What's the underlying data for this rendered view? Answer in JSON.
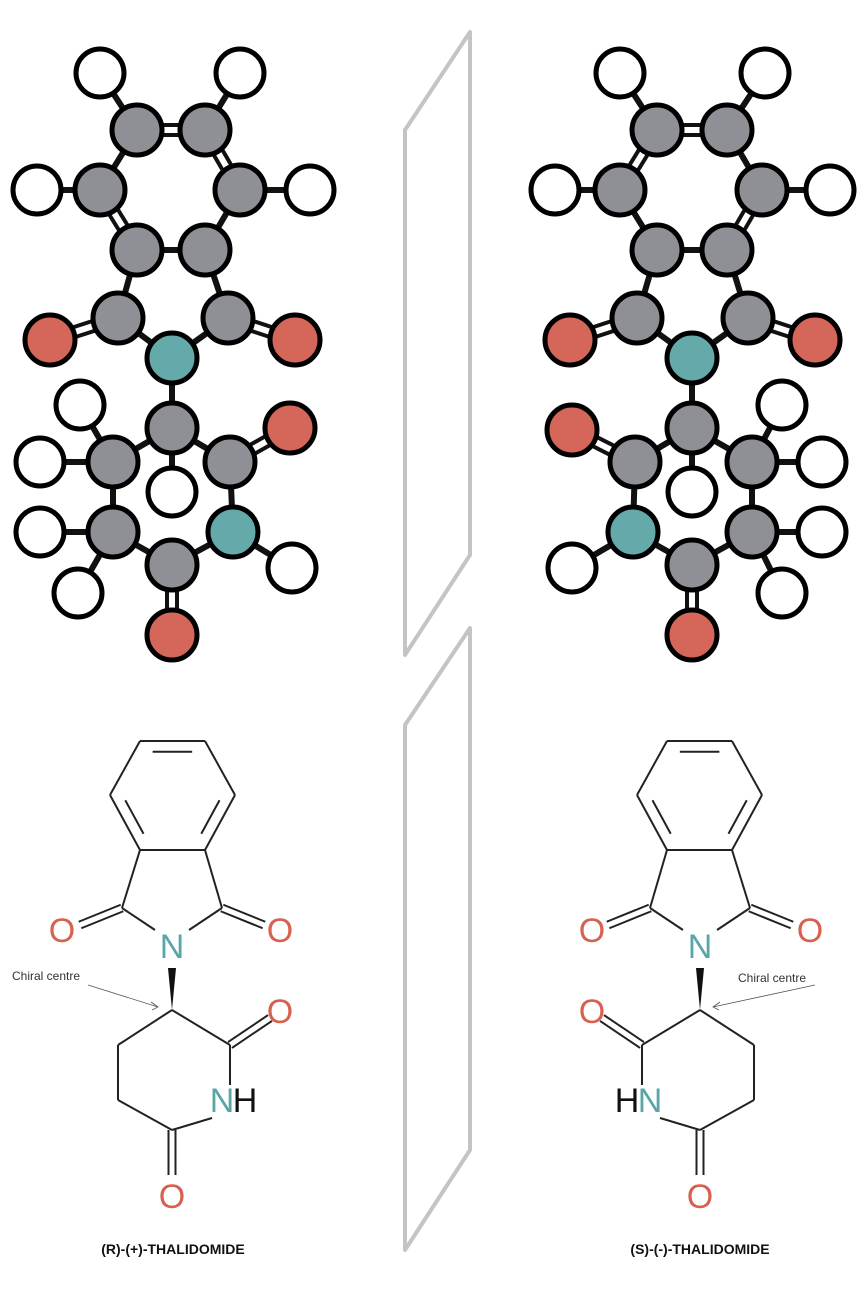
{
  "colors": {
    "carbon": "#8f9096",
    "oxygen": "#d4665a",
    "nitrogen": "#64aaab",
    "hydrogen": "#ffffff",
    "bond": "#111111",
    "mirror": "#c4c4c4",
    "oxygen_text": "#d8604f",
    "nitrogen_text": "#5aa5a8"
  },
  "atoms": {
    "O": "O",
    "N": "N",
    "H": "H"
  },
  "left": {
    "name": "(R)-(+)-THALIDOMIDE",
    "chiral_label": "Chiral centre"
  },
  "right": {
    "name": "(S)-(-)-THALIDOMIDE",
    "chiral_label": "Chiral centre"
  }
}
